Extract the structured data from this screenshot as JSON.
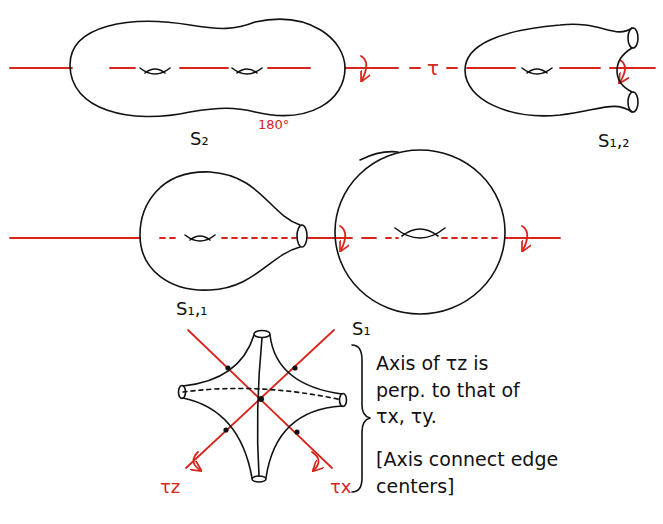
{
  "diagram": {
    "labels": [
      "180°",
      "τ",
      "S₂",
      "S₁,₂",
      "S₁,₁",
      "S₁",
      "τz",
      "τx",
      "Axis of τz is perp. to that of τx, τy.",
      "[Axis connect edge centers]"
    ]
  }
}
